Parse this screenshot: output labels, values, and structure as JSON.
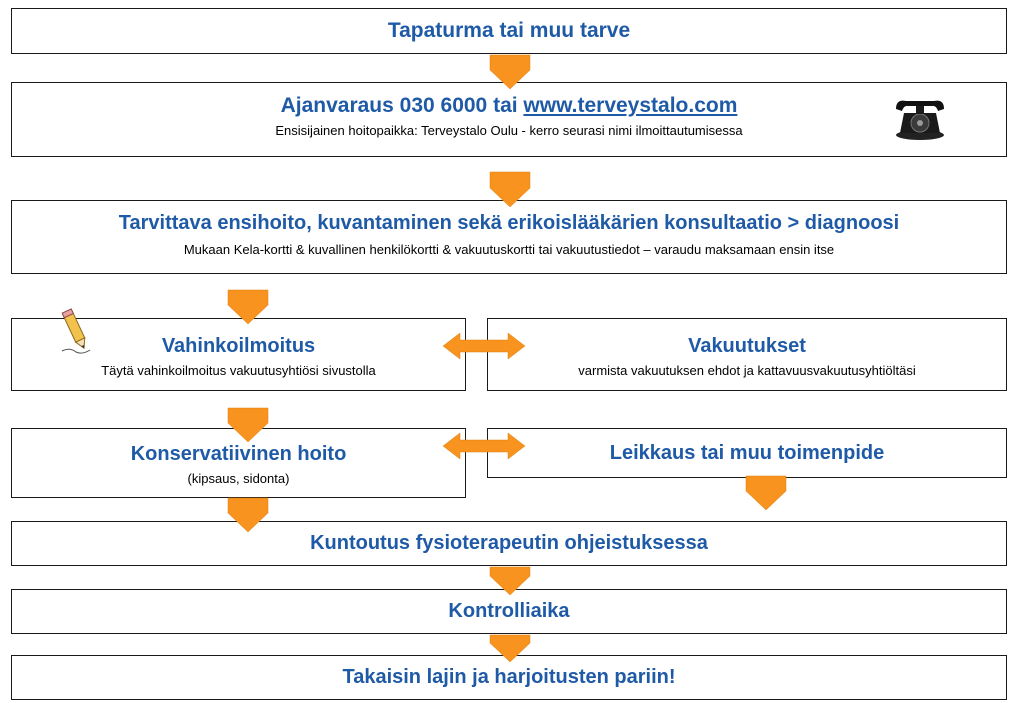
{
  "colors": {
    "title": "#1f5aa6",
    "arrow": "#f7931e",
    "border": "#1a1a1a"
  },
  "steps": {
    "accident": {
      "title": "Tapaturma tai muu tarve"
    },
    "booking": {
      "title_prefix": "Ajanvaraus 030 6000 tai ",
      "link": "www.terveystalo.com",
      "subtitle": "Ensisijainen hoitopaikka: Terveystalo Oulu - kerro seurasi nimi ilmoittautumisessa",
      "icon": "telephone-icon"
    },
    "first_aid": {
      "title": "Tarvittava ensihoito, kuvantaminen sekä erikoislääkärien konsultaatio > diagnoosi",
      "subtitle": "Mukaan Kela-kortti & kuvallinen henkilökortti & vakuutuskortti tai vakuutustiedot – varaudu maksamaan ensin itse"
    },
    "damage_report": {
      "title": "Vahinkoilmoitus",
      "subtitle": "Täytä vahinkoilmoitus vakuutusyhtiösi sivustolla",
      "icon": "pencil-icon"
    },
    "insurance": {
      "title": "Vakuutukset",
      "subtitle": "varmista vakuutuksen ehdot ja kattavuusvakuutusyhtiöltäsi"
    },
    "conservative": {
      "title": "Konservatiivinen hoito",
      "subtitle": "(kipsaus, sidonta)"
    },
    "surgery": {
      "title": "Leikkaus tai muu toimenpide"
    },
    "rehab": {
      "title": "Kuntoutus fysioterapeutin ohjeistuksessa"
    },
    "control": {
      "title": "Kontrolliaika"
    },
    "back": {
      "title": "Takaisin lajin ja harjoitusten pariin!"
    }
  }
}
